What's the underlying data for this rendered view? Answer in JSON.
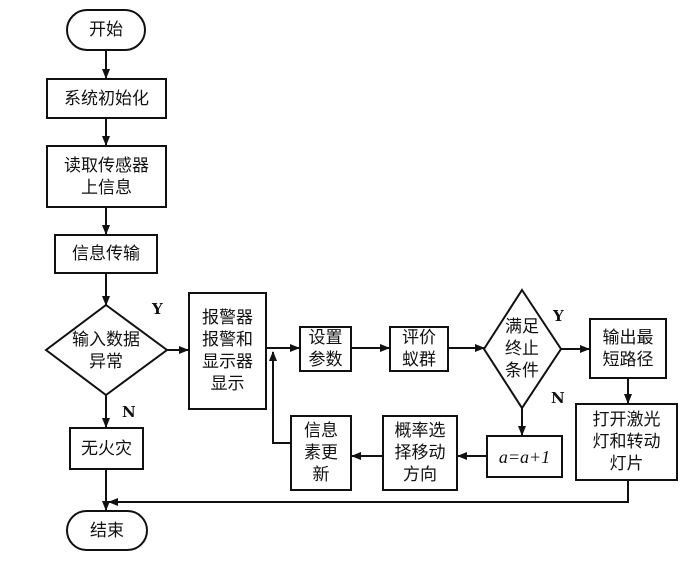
{
  "nodes": {
    "start": "开始",
    "init": "系统初始化",
    "read_sensor": "读取传感器\n上信息",
    "transmit": "信息传输",
    "abnormal": "输入数据\n异常",
    "alarm": "报警器\n报警和\n显示器\n显示",
    "no_fire": "无火灾",
    "end": "结束",
    "set_params": "设置\n参数",
    "evaluate": "评价\n蚁群",
    "terminate": "满足\n终止\n条件",
    "output_path": "输出最\n短路径",
    "laser": "打开激光\n灯和转动\n灯片",
    "increment": "a=a+1",
    "prob_select": "概率选\n择移动\n方向",
    "pheromone": "信息\n素更\n新"
  },
  "labels": {
    "abnormal_yes": "Y",
    "abnormal_no": "N",
    "terminate_yes": "Y",
    "terminate_no": "N"
  }
}
